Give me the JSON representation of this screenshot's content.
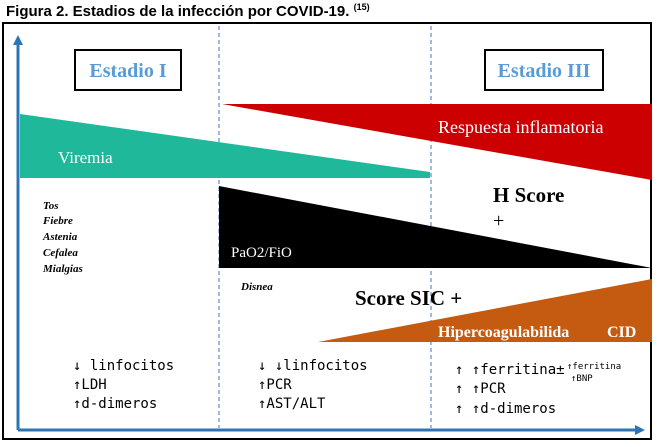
{
  "caption": {
    "text": "Figura 2. Estadios de la infección por COVID-19.",
    "ref": "(15)"
  },
  "stages": {
    "stage1": "Estadio I",
    "stage3": "Estadio III"
  },
  "bands": {
    "viremia": "Viremia",
    "inflammatory": "Respuesta inflamatoria",
    "pao2": "PaO2/FiO",
    "hypercoag": "Hipercoagulabilida",
    "cid": "CID"
  },
  "scores": {
    "h_score": "H Score",
    "h_plus": "+",
    "sic": "Score SIC +"
  },
  "symptoms": [
    "Tos",
    "Fiebre",
    "Astenia",
    "Cefalea",
    "Mialgias"
  ],
  "disnea": "Disnea",
  "labs": {
    "col1": [
      "↓ linfocitos",
      "↑LDH",
      "↑d-dimeros"
    ],
    "col2": [
      "↓ ↓linfocitos",
      "↑PCR",
      "↑AST/ALT"
    ],
    "col3": [
      "↑ ↑ferritina±",
      "↑ ↑PCR",
      "↑ ↑d-dimeros"
    ],
    "col3_note1": "↑ferritina",
    "col3_note2": "↑BNP"
  },
  "colors": {
    "axis": "#2e75b6",
    "divider": "#4472c4",
    "teal": "#1fb89a",
    "red": "#cc0000",
    "black": "#000000",
    "orange": "#c55a11",
    "stage_text": "#5b9bd5"
  }
}
